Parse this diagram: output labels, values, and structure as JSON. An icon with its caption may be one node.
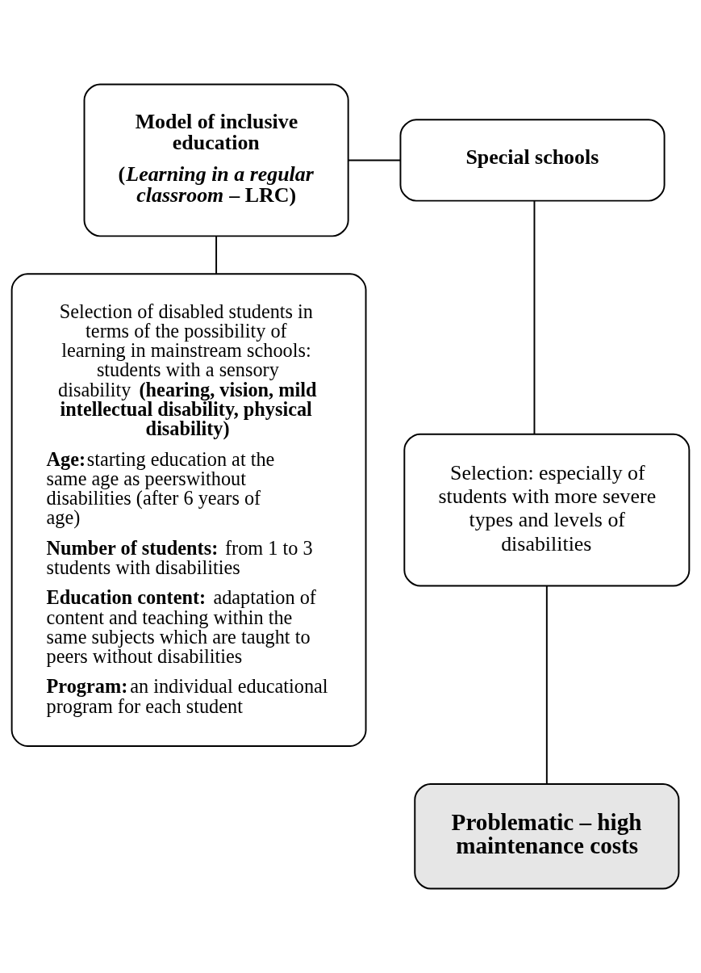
{
  "diagram": {
    "nodes": [
      {
        "text": [
          "Model of inclusive education",
          "(*Learning in a regular classroom* – LRC)"
        ]
      },
      {
        "text": [
          "Special schools"
        ]
      },
      {
        "text": [
          "Selection of disabled students in terms of the possibility of learning in mainstream schools: students with a sensory disability **(hearing, vision, mild intellectual disability, physical disability)**",
          "**Age:**starting education at the same age as peerswithout disabilities (after 6 years of age)",
          "**Number of students:** from 1 to 3 students with disabilities",
          "**Education content:** adaptation of content and teaching within the same subjects which are taught to peers without disabilities",
          "**Program:**an individual educational program for each student"
        ]
      },
      {
        "text": [
          "Selection: especially of students with more severe types and levels of disabilities"
        ]
      },
      {
        "text": [
          "Problematic – high maintenance costs"
        ]
      }
    ],
    "edges": [
      {
        "from": 0,
        "to": 1,
        "arrow": "none"
      },
      {
        "from": 0,
        "to": 2,
        "arrow": "none"
      },
      {
        "from": 1,
        "to": 3,
        "arrow": "none"
      },
      {
        "from": 3,
        "to": 4,
        "arrow": "none"
      }
    ]
  }
}
